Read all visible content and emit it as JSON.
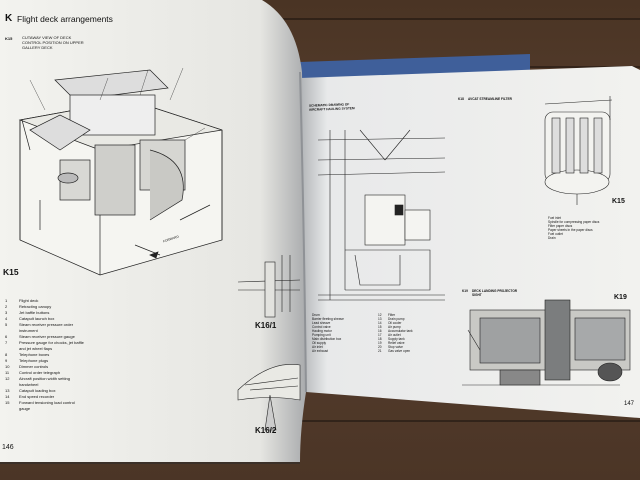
{
  "left_page": {
    "section_letter": "K",
    "section_title": "Flight deck arrangements",
    "fig_code": "K15",
    "fig_caption": [
      "CUTAWAY VIEW OF DECK",
      "CONTROL POSITION ON UPPER",
      "GALLERY DECK"
    ],
    "fig_label": "K15",
    "forward_label": "FORWARD",
    "legend": [
      {
        "n": "1",
        "t": "Flight deck"
      },
      {
        "n": "2",
        "t": "Retracting canopy"
      },
      {
        "n": "3",
        "t": "Jet baffle buttons"
      },
      {
        "n": "4",
        "t": "Catapult launch box"
      },
      {
        "n": "5",
        "t": "Steam receiver pressure order"
      },
      {
        "n": "",
        "t": "instrument"
      },
      {
        "n": "6",
        "t": "Steam receiver pressure gauge"
      },
      {
        "n": "7",
        "t": "Pressure gauge for chocks, jet baffle"
      },
      {
        "n": "",
        "t": "and jet wheel flaps"
      },
      {
        "n": "8",
        "t": "Telephone boxes"
      },
      {
        "n": "9",
        "t": "Telephone plugs"
      },
      {
        "n": "10",
        "t": "Dimmer controls"
      },
      {
        "n": "11",
        "t": "Control order telegraph"
      },
      {
        "n": "12",
        "t": "Aircraft position width setting"
      },
      {
        "n": "",
        "t": "handwheel"
      },
      {
        "n": "13",
        "t": "Catapult loading box"
      },
      {
        "n": "14",
        "t": "End speed recorder"
      },
      {
        "n": "15",
        "t": "Forward tensioning load control"
      },
      {
        "n": "",
        "t": "gauge"
      }
    ],
    "fig_k16_1": "K16/1",
    "fig_k16_2": "K16/2",
    "page_number": "146"
  },
  "right_page": {
    "fig_k16_caption": [
      "SCHEMATIC DRAWING OF",
      "AIRCRAFT HAULING SYSTEM"
    ],
    "fig_k15b_code": "K18",
    "fig_k15b_caption": "AVCAT STREAMLINE FILTER",
    "fig_k15b_label": "K15",
    "filter_legend": [
      "Fuel inlet",
      "Spindle for compressing paper discs",
      "Filter paper discs",
      "Paper sheets in the paper discs",
      "Fuel outlet",
      "Drain"
    ],
    "fig_k19_code": "K19",
    "fig_k19_caption": [
      "DECK LANDING PROJECTOR",
      "SIGHT"
    ],
    "fig_k19_label": "K19",
    "mid_legend_left": [
      "Drum",
      "Barrier fleeting sheave",
      "Lead sheave",
      "Control valve",
      "Hauling motor",
      "Pumping unit",
      "Main distribution box",
      "Oil supply",
      "Air inlet",
      "Air exhaust"
    ],
    "mid_legend_right_nums": [
      "12",
      "13",
      "14",
      "15",
      "16",
      "17",
      "18",
      "19",
      "20",
      "21"
    ],
    "mid_legend_right": [
      "Filter",
      "Drain pump",
      "Oil cooler",
      "Air pump",
      "Accumulator tank",
      "Air outlet",
      "Supply tank",
      "Relief valve",
      "Stop valve",
      "Gas valve open"
    ],
    "page_number": "147"
  },
  "colors": {
    "wood": "#5a4130",
    "page": "#f2f2ee",
    "page_shadow": "#b9bcc0",
    "ink": "#1a1a1a",
    "blue_board": "#3f5f9a"
  }
}
